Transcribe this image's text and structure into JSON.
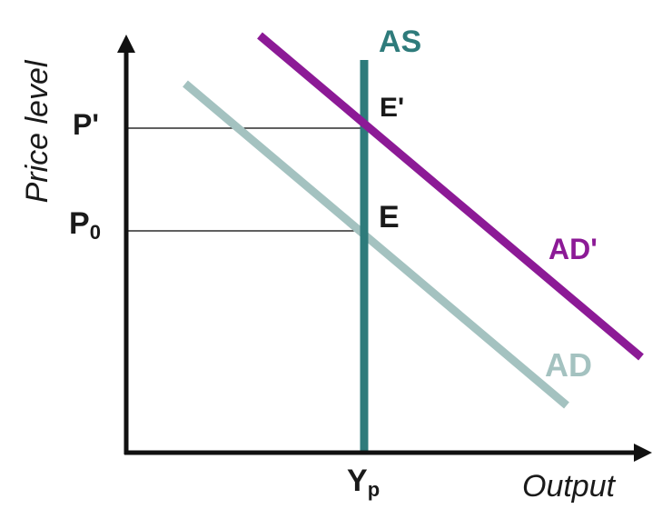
{
  "axes": {
    "y_title": "Price level",
    "x_title": "Output"
  },
  "price_ticks": {
    "p_prime": "P'",
    "p0_main": "P",
    "p0_sub": "0"
  },
  "output_ticks": {
    "yp_main": "Y",
    "yp_sub": "p"
  },
  "curves": {
    "as": {
      "label": "AS",
      "color": "#2e7b7b"
    },
    "ad": {
      "label": "AD",
      "color": "#a4c2c0"
    },
    "ad_prime": {
      "label": "AD'",
      "color": "#8c1a96"
    }
  },
  "points": {
    "e": "E",
    "e_prime": "E'"
  }
}
